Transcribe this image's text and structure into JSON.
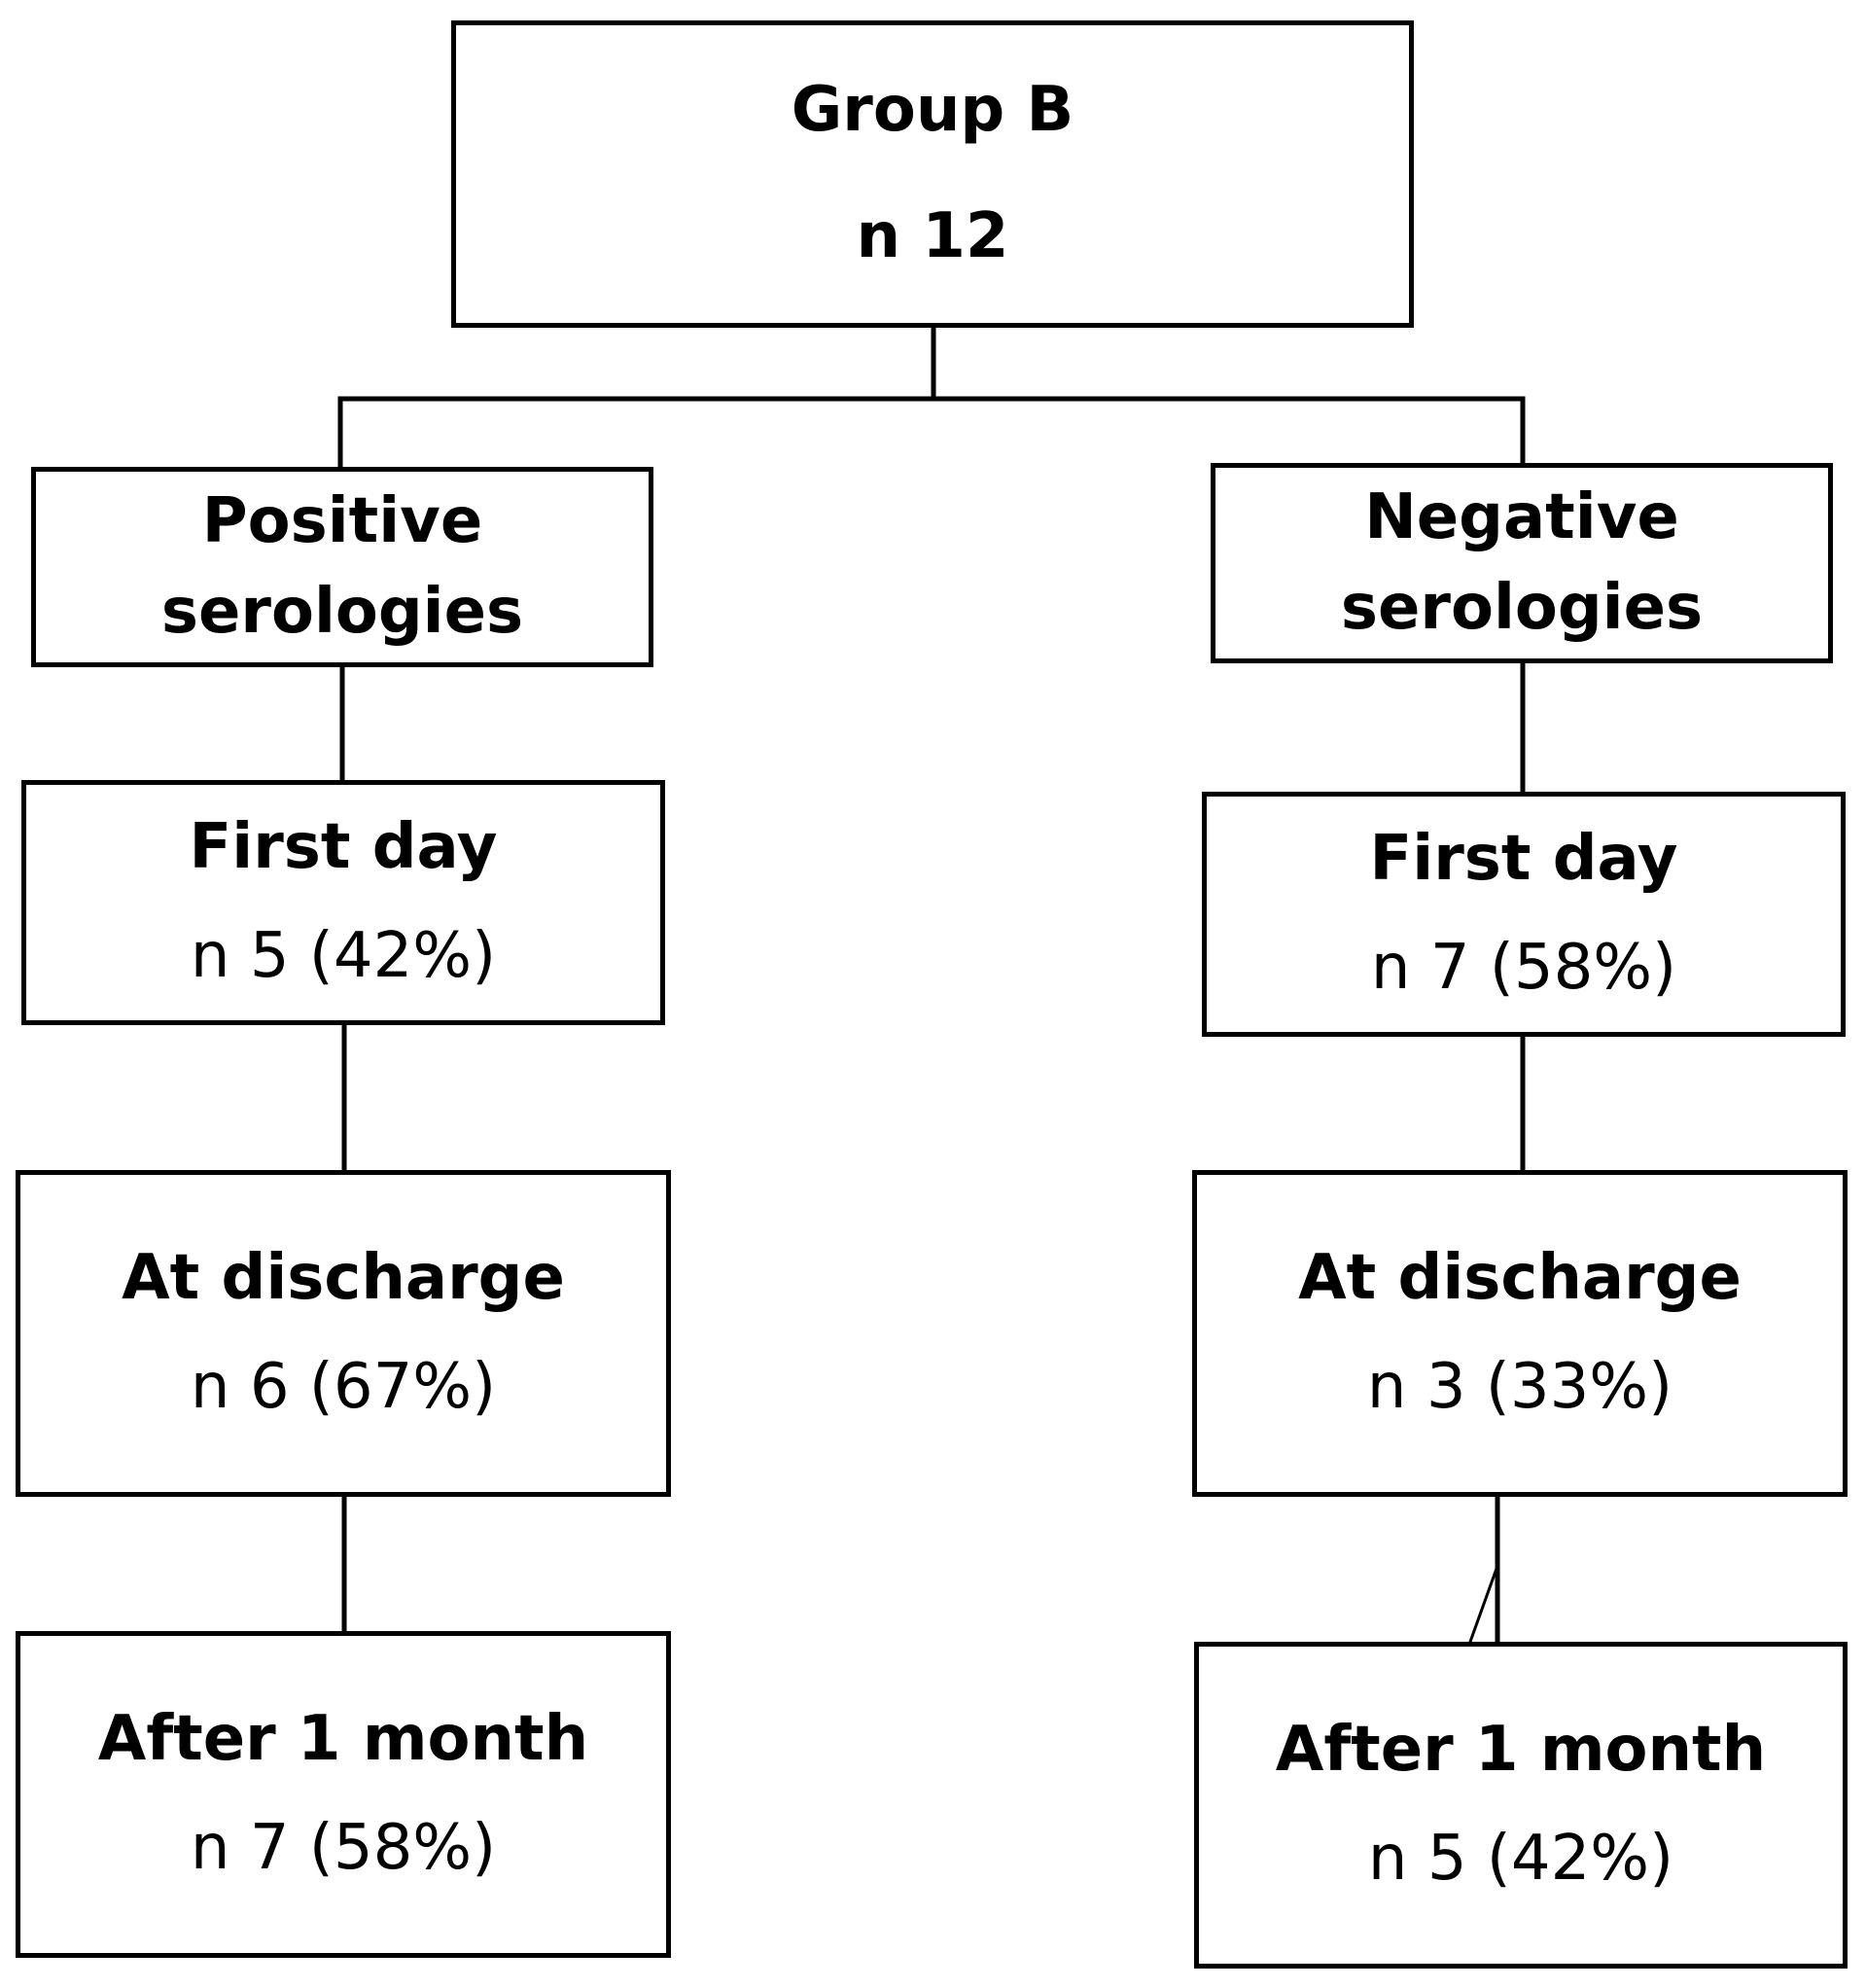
{
  "root": {
    "title": "Group B",
    "count": "n 12"
  },
  "positive": {
    "label": "Positive serologies",
    "first_day": {
      "title": "First day",
      "count": "n 5 (42%)"
    },
    "discharge": {
      "title": "At discharge",
      "count": "n 6 (67%)"
    },
    "one_month": {
      "title": "After 1 month",
      "count": "n 7 (58%)"
    }
  },
  "negative": {
    "label": "Negative serologies",
    "first_day": {
      "title": "First day",
      "count": "n 7 (58%)"
    },
    "discharge": {
      "title": "At discharge",
      "count": "n 3 (33%)"
    },
    "one_month": {
      "title": "After 1 month",
      "count": "n 5 (42%)"
    }
  },
  "colors": {
    "line": "#000000",
    "box_fill": "#ffffff",
    "text": "#000000"
  }
}
